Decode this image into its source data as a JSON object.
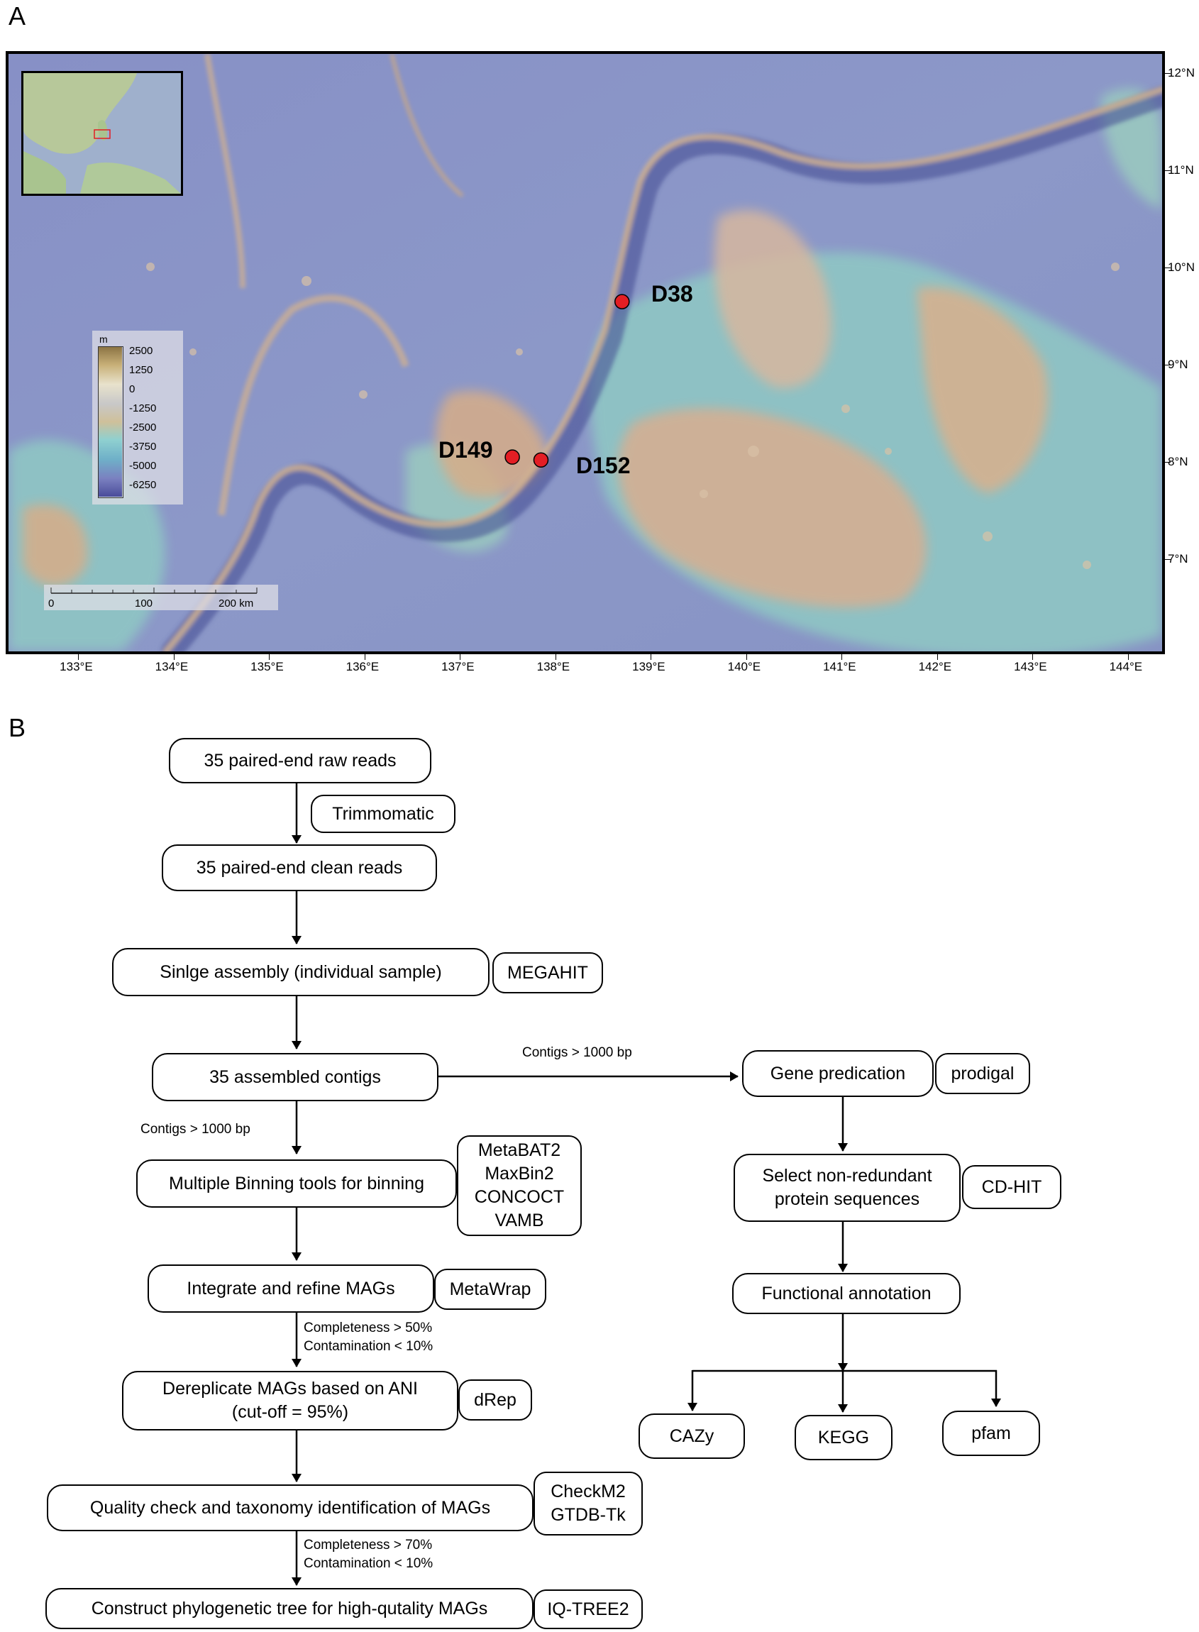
{
  "panels": {
    "a": "A",
    "b": "B"
  },
  "map": {
    "lon_labels": [
      "133°E",
      "134°E",
      "135°E",
      "136°E",
      "137°E",
      "138°E",
      "139°E",
      "140°E",
      "141°E",
      "142°E",
      "143°E",
      "144°E"
    ],
    "lat_labels": [
      "12°N",
      "11°N",
      "10°N",
      "9°N",
      "8°N",
      "7°N"
    ],
    "legend": {
      "unit": "m",
      "labels": [
        "2500",
        "1250",
        "0",
        "-1250",
        "-2500",
        "-3750",
        "-5000",
        "-6250"
      ]
    },
    "scalebar": {
      "labels": [
        "0",
        "100",
        "200 km"
      ]
    },
    "sites": [
      {
        "name": "D38",
        "lon": 138.7,
        "lat": 9.65
      },
      {
        "name": "D149",
        "lon": 137.55,
        "lat": 8.05
      },
      {
        "name": "D152",
        "lon": 137.85,
        "lat": 8.02
      }
    ],
    "colors": {
      "site_marker": "#e31e24",
      "abyssal": "#7d87c2",
      "shelf": "#d9b08c"
    }
  },
  "flow": {
    "raw_reads": "35 paired-end raw reads",
    "trimmomatic": "Trimmomatic",
    "clean_reads": "35 paired-end clean reads",
    "single_assembly": "Sinlge assembly (individual sample)",
    "megahit": "MEGAHIT",
    "contigs": "35 assembled contigs",
    "contig_filter_right": "Contigs > 1000 bp",
    "contig_filter_left": "Contigs > 1000 bp",
    "binning": "Multiple Binning tools for binning",
    "binning_tools": [
      "MetaBAT2",
      "MaxBin2",
      "CONCOCT",
      "VAMB"
    ],
    "refine": "Integrate and refine MAGs",
    "metawrap": "MetaWrap",
    "filter1": [
      "Completeness > 50%",
      "Contamination < 10%"
    ],
    "dereplicate": [
      "Dereplicate MAGs based on ANI",
      "(cut-off = 95%)"
    ],
    "drep": "dRep",
    "quality": "Quality check and taxonomy identification of MAGs",
    "quality_tools": [
      "CheckM2",
      "GTDB-Tk"
    ],
    "filter2": [
      "Completeness > 70%",
      "Contamination < 10%"
    ],
    "phylo": "Construct phylogenetic tree for high-qutality MAGs",
    "iqtree": "IQ-TREE2",
    "gene_pred": "Gene predication",
    "prodigal": "prodigal",
    "select": [
      "Select non-redundant",
      "protein sequences"
    ],
    "cdhit": "CD-HIT",
    "func": "Functional annotation",
    "cazy": "CAZy",
    "kegg": "KEGG",
    "pfam": "pfam"
  }
}
